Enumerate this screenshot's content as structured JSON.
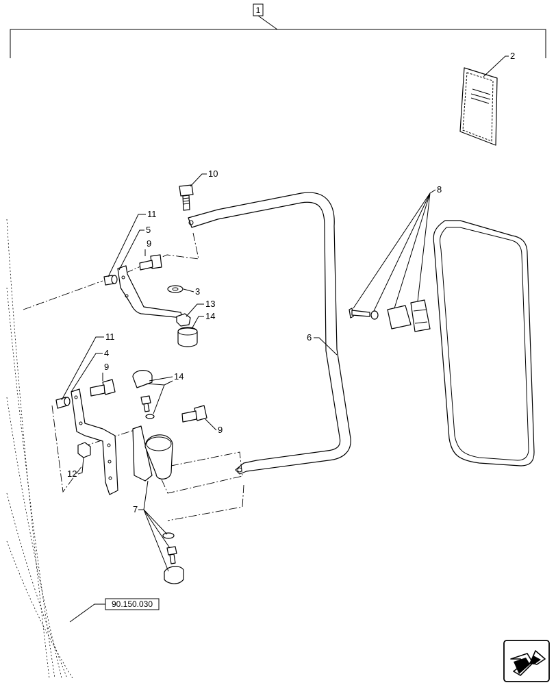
{
  "assembly_ref": "1",
  "callouts": {
    "manual": "2",
    "washer": "3",
    "bracket_lower": "4",
    "bracket_upper": "5",
    "mirror_arm": "6",
    "damper": "7",
    "clamp_set": "8",
    "bolt_upper": "9",
    "bolt_lower_left": "9",
    "bolt_lower_right": "9",
    "bolt_top": "10",
    "pin_upper": "11",
    "pin_lower": "11",
    "nut_lower": "12",
    "nut_upper": "13",
    "bushing_upper": "14",
    "bushing_lower": "14"
  },
  "reference_link": "90.150.030",
  "nav_icon": "next-page-arrow-icon"
}
